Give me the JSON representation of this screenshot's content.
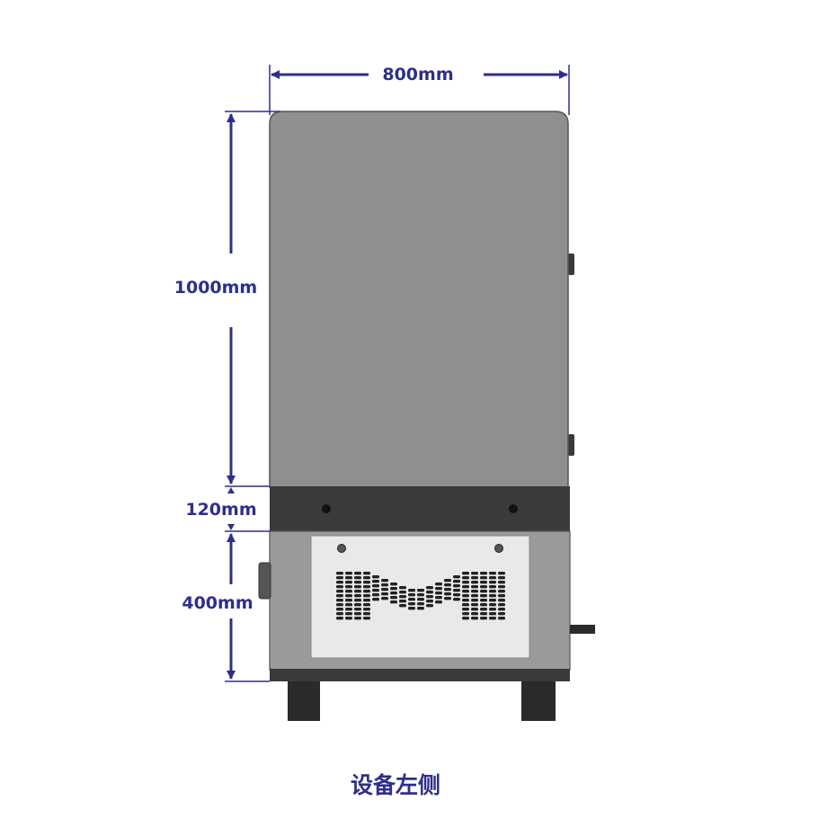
{
  "dimensions": {
    "width": "800mm",
    "upper_height": "1000mm",
    "band_height": "120mm",
    "lower_height": "400mm"
  },
  "caption": "设备左侧",
  "colors": {
    "dimension": "#2e2f8a",
    "cabinet_upper": "#8f8f8f",
    "cabinet_lower": "#9a9a9a",
    "band": "#3a3a3a",
    "panel": "#e9e9e9",
    "foot": "#2a2a2a",
    "logo": "#222222"
  }
}
